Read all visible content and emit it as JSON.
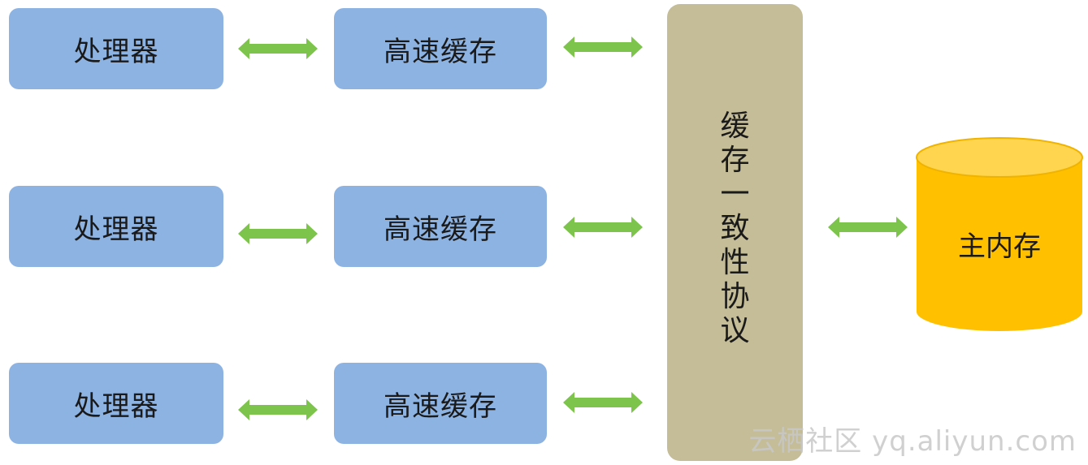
{
  "processors": [
    {
      "label": "处理器"
    },
    {
      "label": "处理器"
    },
    {
      "label": "处理器"
    }
  ],
  "caches": [
    {
      "label": "高速缓存"
    },
    {
      "label": "高速缓存"
    },
    {
      "label": "高速缓存"
    }
  ],
  "protocol": {
    "chars": [
      "缓",
      "存",
      "一",
      "致",
      "性",
      "协",
      "议"
    ]
  },
  "main_memory": {
    "label": "主内存"
  },
  "watermark": {
    "text": "云栖社区 yq.aliyun.com"
  },
  "colors": {
    "box_blue": "#8db3e2",
    "protocol_tan": "#c4bd97",
    "memory_gold": "#ffc000",
    "arrow_green": "#7dc44c"
  }
}
